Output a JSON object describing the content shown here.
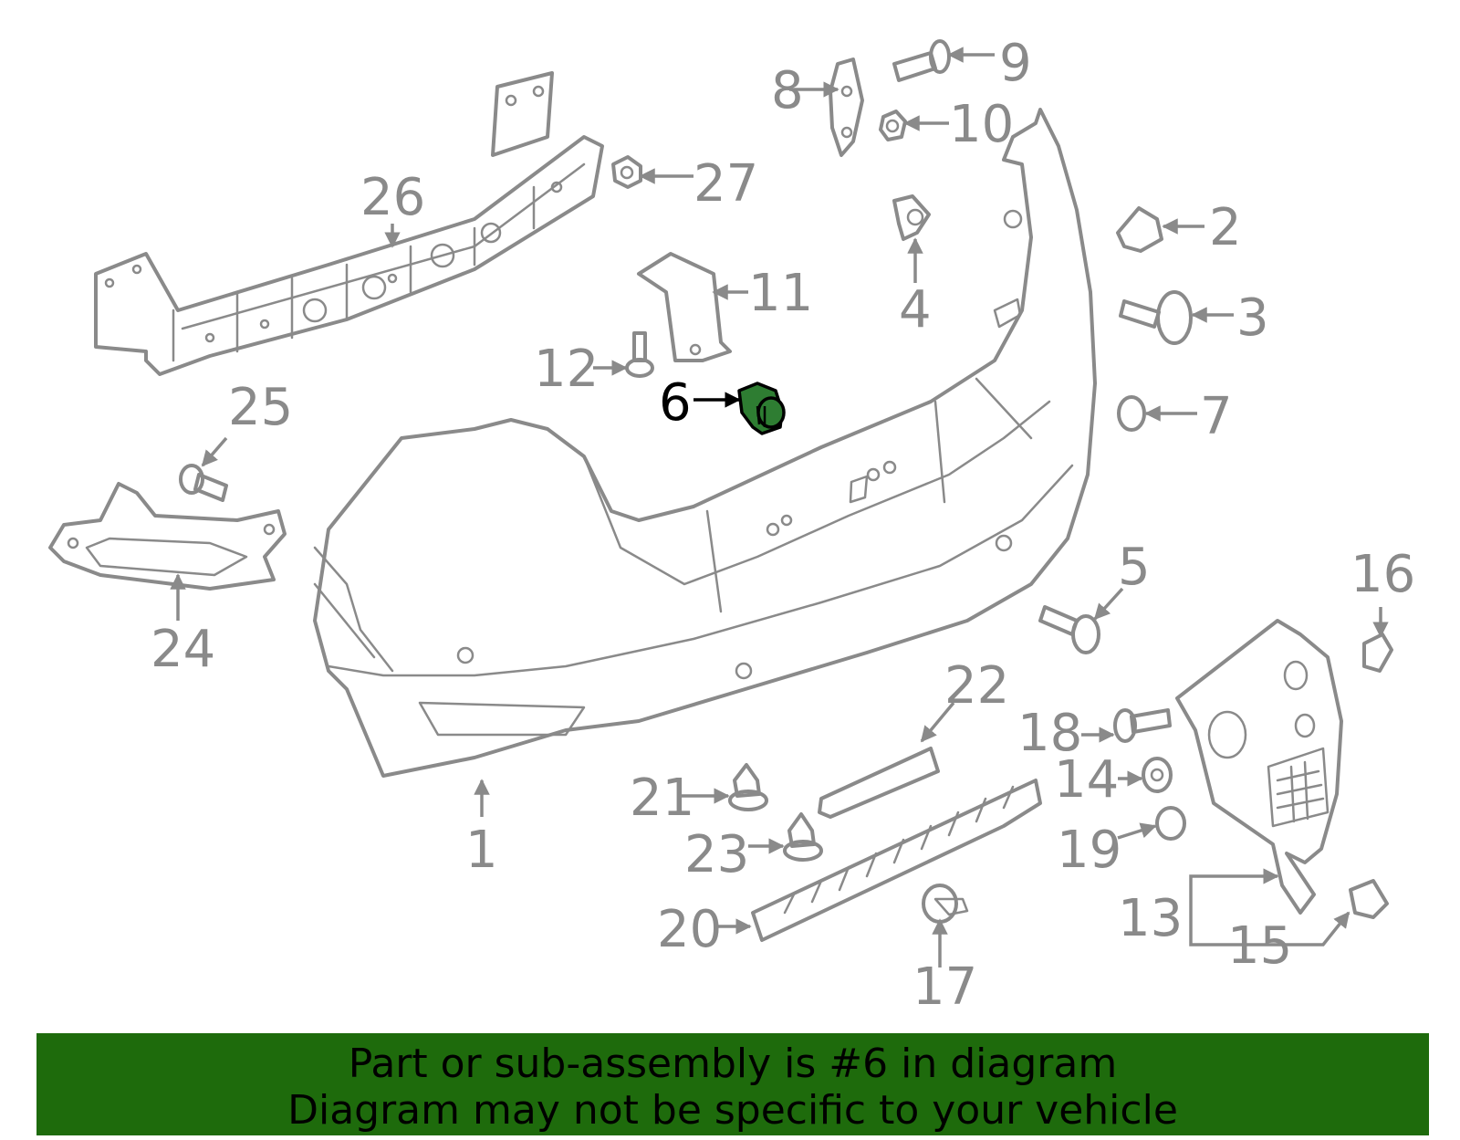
{
  "diagram": {
    "highlighted_part": "6",
    "highlight_color": "#2e7d32",
    "line_color": "#8a8a8a",
    "callouts": [
      "1",
      "2",
      "3",
      "4",
      "5",
      "6",
      "7",
      "8",
      "9",
      "10",
      "11",
      "12",
      "13",
      "14",
      "15",
      "16",
      "17",
      "18",
      "19",
      "20",
      "21",
      "22",
      "23",
      "24",
      "25",
      "26",
      "27"
    ]
  },
  "banner": {
    "background": "#1e6b0c",
    "line1": "Part or sub-assembly is #6 in diagram",
    "line2": "Diagram may not be specific to your vehicle"
  }
}
